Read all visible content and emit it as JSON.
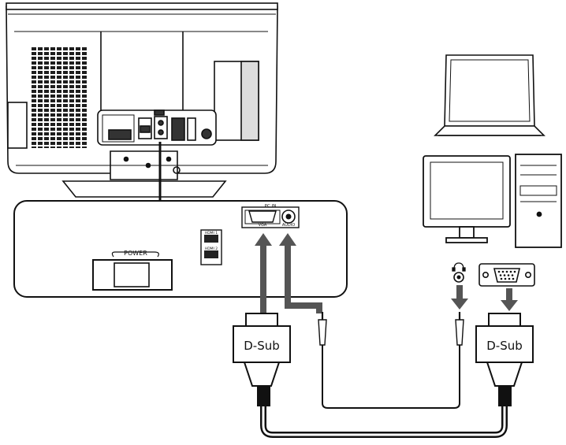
{
  "tv_panel": {
    "pc_in_label": "PC IN",
    "vga_label": "VGA",
    "audio_label": "AUDIO",
    "hdmi1_label": "HDMI 1",
    "hdmi2_label": "HDMI 2",
    "power_label": "POWER"
  },
  "cables": {
    "left_connector_label": "D-Sub",
    "right_connector_label": "D-Sub"
  },
  "icons": {
    "tv": "tv-back-icon",
    "laptop": "laptop-icon",
    "monitor": "monitor-icon",
    "tower": "desktop-tower-icon",
    "audio_jack": "audio-jack-icon",
    "vga_port": "vga-port-icon",
    "headphone": "headphone-symbol-icon"
  },
  "colors": {
    "line": "#111111",
    "arrow": "#555555",
    "cable": "#1a1a1a",
    "speaker_grille": "#2a2a2a"
  }
}
